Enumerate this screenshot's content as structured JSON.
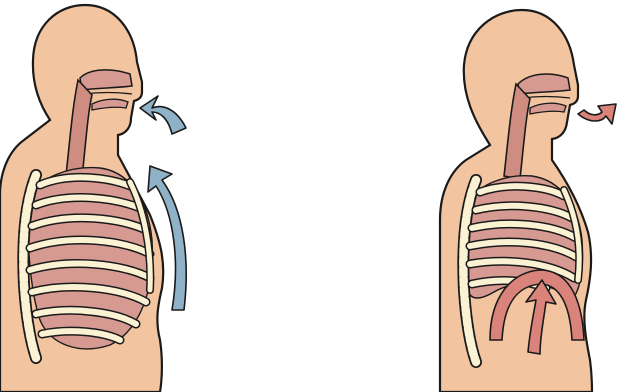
{
  "diagram": {
    "panels": [
      {
        "id": "inhale",
        "air_direction": "in",
        "arrow_color": "#8fb2c8",
        "diaphragm": "flat"
      },
      {
        "id": "exhale",
        "air_direction": "out",
        "arrow_color": "#d9837a",
        "diaphragm": "domed"
      }
    ],
    "colors": {
      "skin": "#f2c49f",
      "outline": "#1a1a1a",
      "airway": "#cf8d82",
      "rib": "#faf2d2",
      "lung": "#d79a92",
      "background": "#ffffff"
    }
  }
}
